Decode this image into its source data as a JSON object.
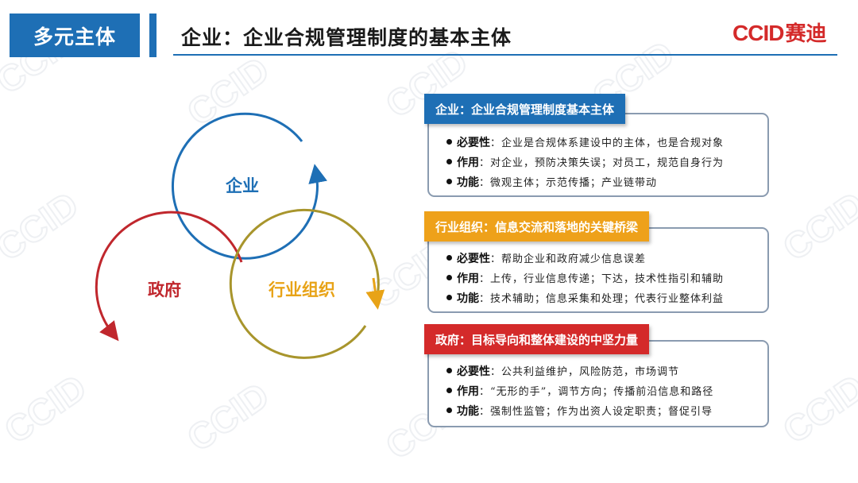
{
  "header": {
    "section_tag": "多元主体",
    "title": "企业：企业合规管理制度的基本主体",
    "logo_latin": "CCID",
    "logo_cjk": "赛迪",
    "watermark_text": "CCID"
  },
  "venn": {
    "enterprise_label": "企业",
    "enterprise_color": "#1e6fb5",
    "government_label": "政府",
    "government_color": "#c0272d",
    "industry_label": "行业组织",
    "industry_color": "#e8a317",
    "industry_circle_color": "#a8952c"
  },
  "cards": [
    {
      "header": "企业：企业合规管理制度基本主体",
      "header_color": "#1e6fb5",
      "rows": [
        {
          "key": "必要性",
          "value": "：企业是合规体系建设中的主体，也是合规对象"
        },
        {
          "key": "作用",
          "value": "：对企业，预防决策失误；对员工，规范自身行为"
        },
        {
          "key": "功能",
          "value": "：微观主体；示范传播；产业链带动"
        }
      ]
    },
    {
      "header": "行业组织：信息交流和落地的关键桥梁",
      "header_color": "#eea11a",
      "rows": [
        {
          "key": "必要性",
          "value": "：帮助企业和政府减少信息误差"
        },
        {
          "key": "作用",
          "value": "：上传，行业信息传递；下达，技术性指引和辅助"
        },
        {
          "key": "功能",
          "value": "：技术辅助；信息采集和处理；代表行业整体利益"
        }
      ]
    },
    {
      "header": "政府：目标导向和整体建设的中坚力量",
      "header_color": "#d42a2a",
      "rows": [
        {
          "key": "必要性",
          "value": "：公共利益维护，风险防范，市场调节"
        },
        {
          "key": "作用",
          "value": "：“无形的手”，调节方向；传播前沿信息和路径"
        },
        {
          "key": "功能",
          "value": "：强制性监管；作为出资人设定职责；督促引导"
        }
      ]
    }
  ]
}
